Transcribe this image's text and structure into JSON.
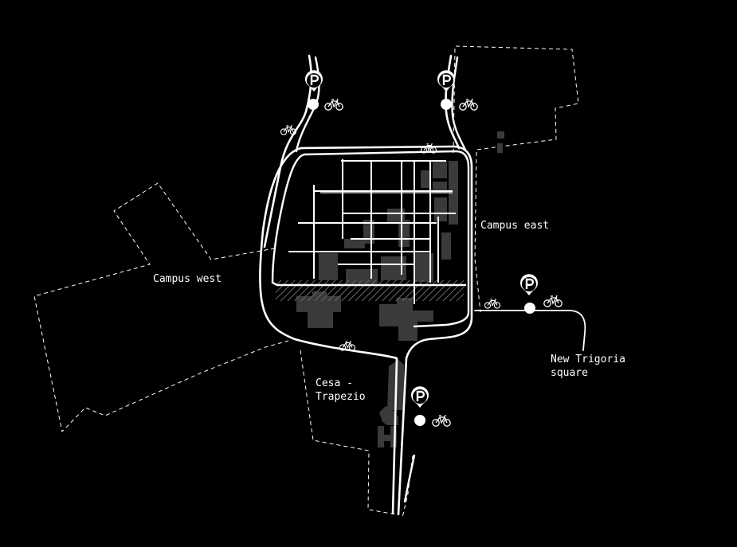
{
  "map": {
    "colors": {
      "background": "#000000",
      "road": "#ffffff",
      "building": "#3a3a3a",
      "boundary": "#ffffff",
      "label": "#ffffff"
    },
    "icons": {
      "parking": "parking-pin-icon",
      "bicycle": "bicycle-icon",
      "stop": "stop-dot-icon"
    },
    "parking_symbol": "P",
    "areas": {
      "campus_west": "Campus west",
      "campus_east": "Campus east",
      "cesa_trapezio": "Cesa -\nTrapezio",
      "new_trigoria_square": "New Trigoria\nsquare"
    }
  }
}
